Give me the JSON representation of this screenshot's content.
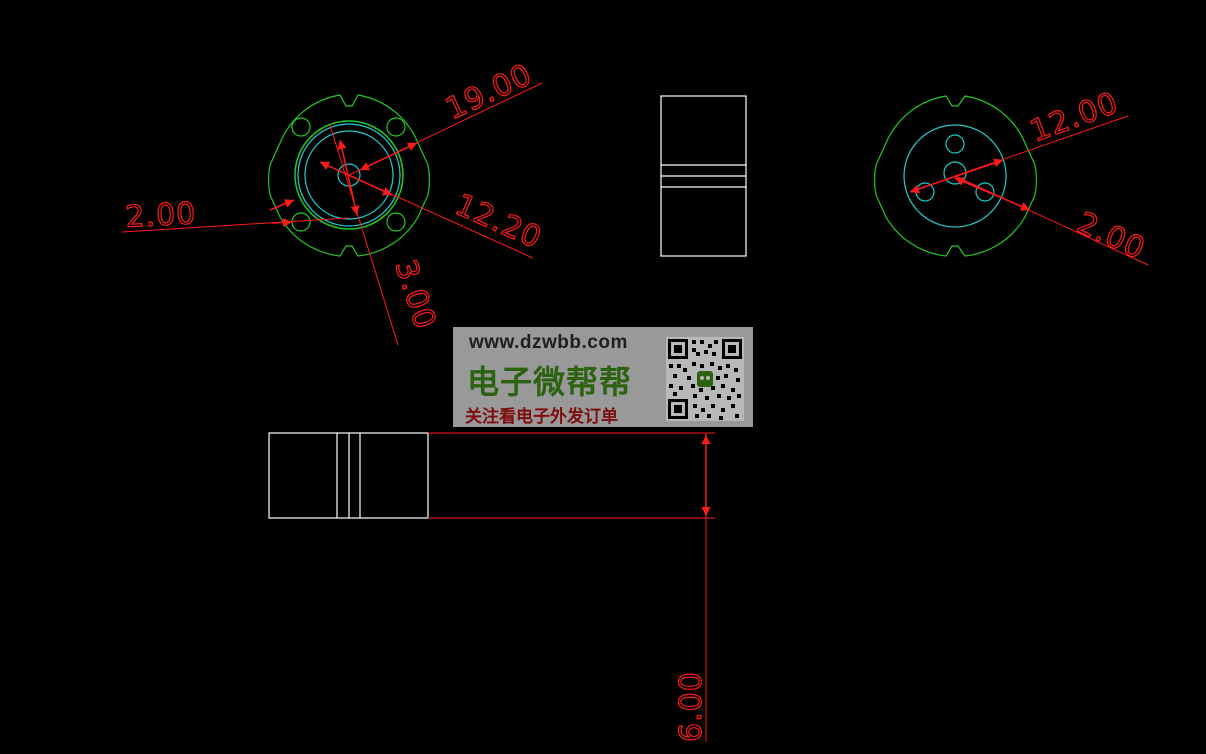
{
  "drawing": {
    "background_color": "#000000",
    "colors": {
      "outline": "#ffffff",
      "green_profile": "#22cc22",
      "cyan_circles": "#22cccc",
      "dimension": "#ff1a1a"
    },
    "dimensions": {
      "outer_diameter": "19.00",
      "inner_circle_diameter": "12.20",
      "small_hole_left": "2.00",
      "hole_spacing": "3.00",
      "right_circle_diameter": "12.00",
      "right_hole": "2.00",
      "height": "6.00"
    }
  },
  "watermark": {
    "url": "www.dzwbb.com",
    "brand": "电子微帮帮",
    "slogan": "关注看电子外发订单",
    "qr_icon": "qr-code-icon"
  }
}
